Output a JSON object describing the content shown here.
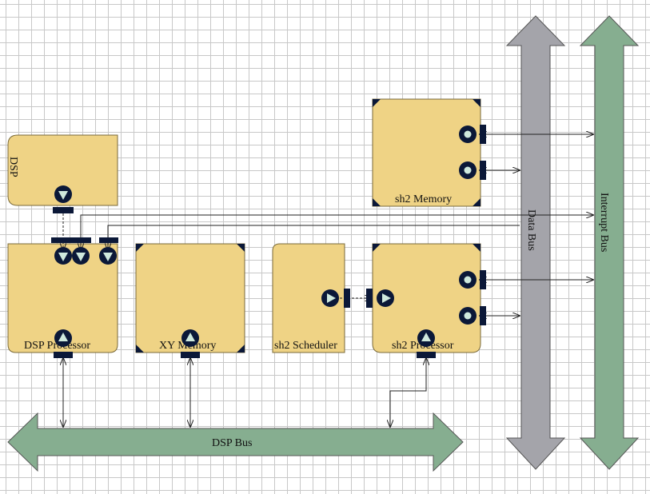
{
  "colors": {
    "block_fill": "#efd385",
    "block_stroke": "#7a6a3a",
    "dark_port": "#0b1838",
    "port_ring": "#cfe9dd",
    "data_bus": "#a4a4aa",
    "green_bus": "#86ae90",
    "wire": "#222222"
  },
  "blocks": {
    "dsp": {
      "label": "DSP"
    },
    "dsp_processor": {
      "label": "DSP Processor"
    },
    "xy_memory": {
      "label": "XY Memory"
    },
    "sh2_scheduler": {
      "label": "sh2 Scheduler"
    },
    "sh2_processor": {
      "label": "sh2 Processor"
    },
    "sh2_memory": {
      "label": "sh2 Memory"
    }
  },
  "buses": {
    "dsp_bus": {
      "label": "DSP Bus"
    },
    "data_bus": {
      "label": "Data Bus"
    },
    "interrupt_bus": {
      "label": "Interrupt Bus"
    }
  }
}
